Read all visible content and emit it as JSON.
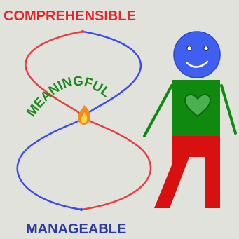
{
  "labels": {
    "top": "COMPREHENSIBLE",
    "middle_arc": "MEANINGFUL",
    "bottom": "MANAGEABLE"
  },
  "colors": {
    "background": "#e2e2dc",
    "comprehensible": "#e02828",
    "manageable": "#2a3aa0",
    "meaningful": "#1e8a1e",
    "red_curve": "#e84040",
    "blue_curve": "#3a4cf0",
    "figure_head": "#3f5ff0",
    "figure_torso": "#0f8a0f",
    "figure_heart": "#4caf50",
    "figure_legs": "#d81010"
  },
  "icons": {
    "center": "flame-icon",
    "figure": "person-figure",
    "heart": "heart-icon"
  }
}
